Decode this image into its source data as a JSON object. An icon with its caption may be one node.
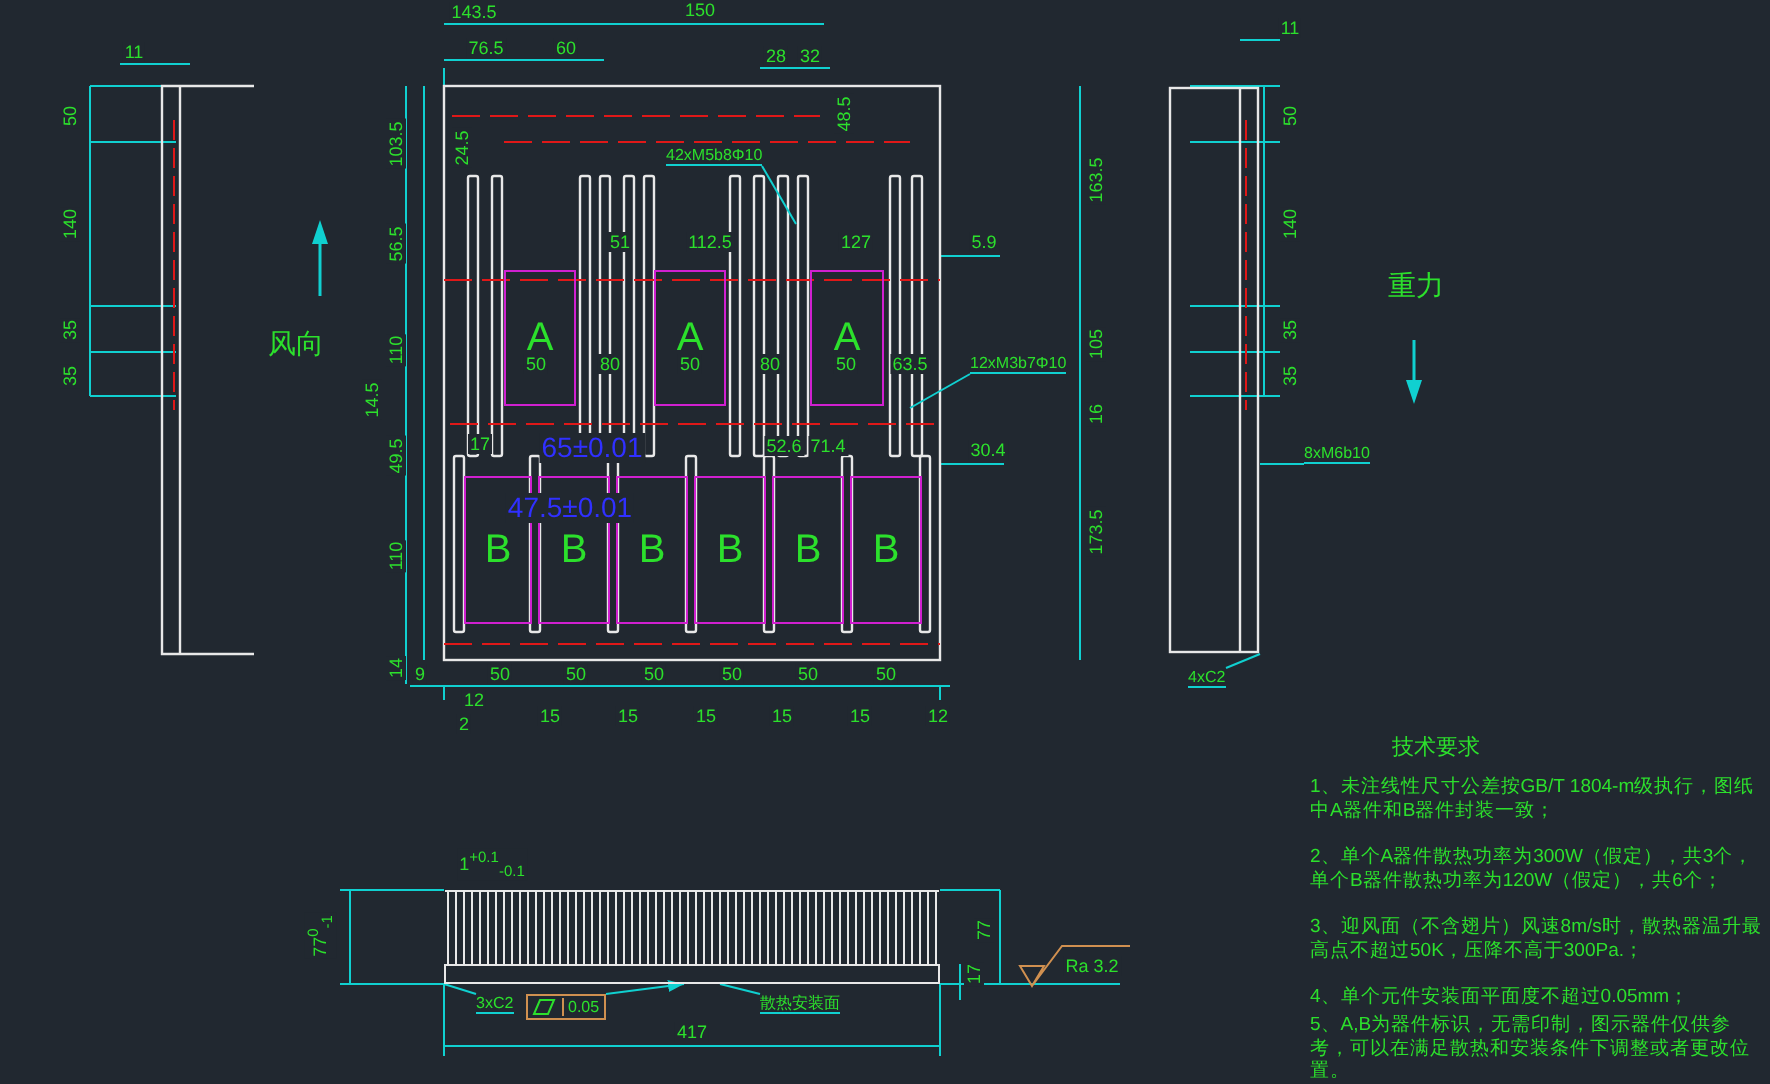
{
  "diagram": {
    "nodes": [
      {
        "text": [
          "A"
        ]
      },
      {
        "text": [
          "A"
        ]
      },
      {
        "text": [
          "A"
        ]
      },
      {
        "text": [
          "B"
        ]
      },
      {
        "text": [
          "B"
        ]
      },
      {
        "text": [
          "B"
        ]
      },
      {
        "text": [
          "B"
        ]
      },
      {
        "text": [
          "B"
        ]
      },
      {
        "text": [
          "B"
        ]
      },
      {
        "text": [
          "42xM5b8Φ10"
        ]
      },
      {
        "text": [
          "12xM3b7Φ10"
        ]
      },
      {
        "text": [
          "8xM6b10"
        ]
      },
      {
        "text": [
          "4xC2"
        ]
      },
      {
        "text": [
          "3xC2"
        ]
      },
      {
        "text": [
          "0.05"
        ]
      },
      {
        "text": [
          "散热安装面"
        ]
      },
      {
        "text": [],
        "shape": "picture"
      },
      {
        "text": [],
        "shape": "picture"
      }
    ],
    "edges": [
      {
        "from": 9,
        "to": null,
        "arrow": "none"
      },
      {
        "from": 10,
        "to": null,
        "arrow": "none"
      },
      {
        "from": 11,
        "to": 16,
        "arrow": "none"
      },
      {
        "from": 12,
        "to": 16,
        "arrow": "none"
      },
      {
        "from": 13,
        "to": 17,
        "arrow": "none"
      },
      {
        "from": 14,
        "to": 17,
        "arrow": "to"
      },
      {
        "from": 15,
        "to": 17,
        "arrow": "none"
      }
    ],
    "labels": [
      "143.5",
      "150",
      "76.5",
      "60",
      "28",
      "32",
      "24.5",
      "48.5",
      "103.5",
      "56.5",
      "51",
      "112.5",
      "127",
      "5.9",
      "110",
      "50",
      "80",
      "50",
      "80",
      "50",
      "63.5",
      "14.5",
      "49.5",
      "17",
      "65±0.01",
      "52.6",
      "71.4",
      "30.4",
      "47.5±0.01",
      "110",
      "14",
      "9",
      "50",
      "50",
      "50",
      "50",
      "50",
      "50",
      "12",
      "2",
      "15",
      "15",
      "15",
      "15",
      "15",
      "12",
      "163.5",
      "105",
      "16",
      "173.5",
      "11",
      "50",
      "140",
      "35",
      "35",
      "11",
      "50",
      "140",
      "35",
      "35",
      "风向",
      "重力",
      "1$^{+0.1}$$_{-0.1}$",
      "77$^{0}$$_{-1}$",
      "77",
      "17",
      "417",
      "Ra 3.2",
      "技术要求",
      "1、未注线性尺寸公差按GB/T 1804-m级执行，图纸中A器件和B器件封装一致；",
      "2、单个A器件散热功率为300W（假定），共3个，单个B器件散热功率为120W（假定），共6个；",
      "3、迎风面（不含翅片）风速8m/s时，散热器温升最高点不超过50K，压降不高于300Pa.；",
      "4、单个元件安装面平面度不超过0.05mm；",
      "5、A,B为器件标识，无需印制，图示器件仅供参考，可以在满足散热和安装条件下调整或者更改位置。"
    ]
  }
}
